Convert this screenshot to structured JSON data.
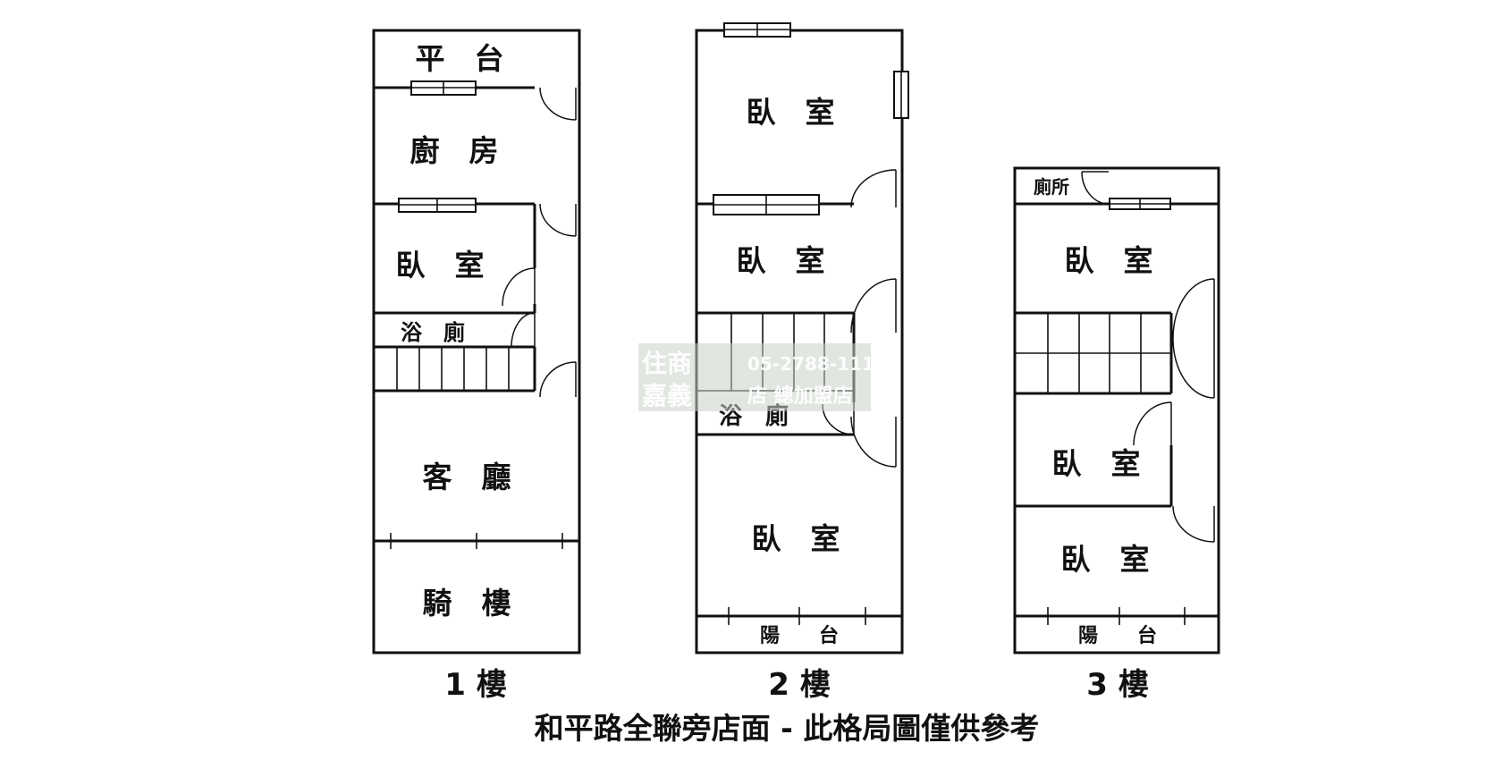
{
  "floor1": {
    "platform": "平　台",
    "kitchen": "廚　房",
    "bedroom": "臥　室",
    "bath": "浴　廁",
    "living": "客　廳",
    "arcade": "騎　樓",
    "label": "1 樓"
  },
  "floor2": {
    "bedroom_top": "臥　室",
    "bedroom_mid": "臥　室",
    "bath": "浴　廁",
    "bedroom_bottom": "臥　室",
    "balcony": "陽　　台",
    "label": "2 樓"
  },
  "floor3": {
    "toilet": "廁所",
    "bedroom_top": "臥　室",
    "bedroom_mid": "臥　室",
    "bedroom_bottom": "臥　室",
    "balcony": "陽　　台",
    "label": "3 樓"
  },
  "watermark": {
    "line1": "住商",
    "phone": "05-2788-111",
    "line2": "嘉義",
    "franchise": "店 總加盟店"
  },
  "caption": "和平路全聯旁店面 - 此格局圖僅供參考"
}
